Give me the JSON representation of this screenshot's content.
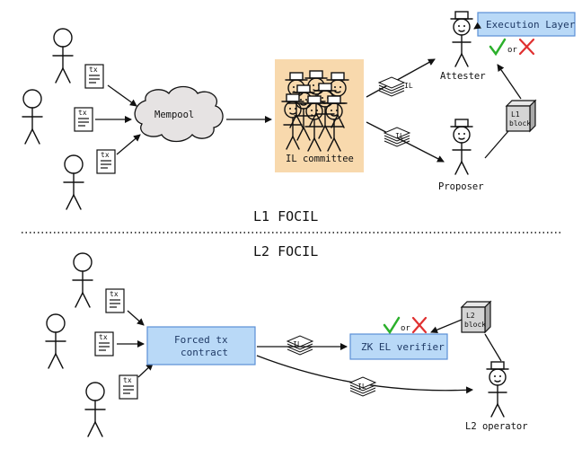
{
  "l1": {
    "title": "L1 FOCIL",
    "mempool": "Mempool",
    "tx_label": "tx",
    "il_committee": "IL committee",
    "il_label": "IL",
    "attester": "Attester",
    "proposer": "Proposer",
    "execution_layer": "Execution Layer",
    "or_label": "or",
    "block_line1": "L1",
    "block_line2": "block"
  },
  "l2": {
    "title": "L2 FOCIL",
    "tx_label": "tx",
    "forced_tx_line1": "Forced tx",
    "forced_tx_line2": "contract",
    "il_label": "IL",
    "zk_verifier": "ZK EL verifier",
    "or_label": "or",
    "block_line1": "L2",
    "block_line2": "block",
    "operator": "L2 operator"
  },
  "colors": {
    "blue_box_fill": "#b9d9f7",
    "blue_box_stroke": "#5b8fd6",
    "committee_fill": "#f8d9ad",
    "mempool_fill": "#e6e3e3",
    "block_fill": "#d4d4d4",
    "check": "#2bb02b",
    "cross": "#e03030"
  }
}
